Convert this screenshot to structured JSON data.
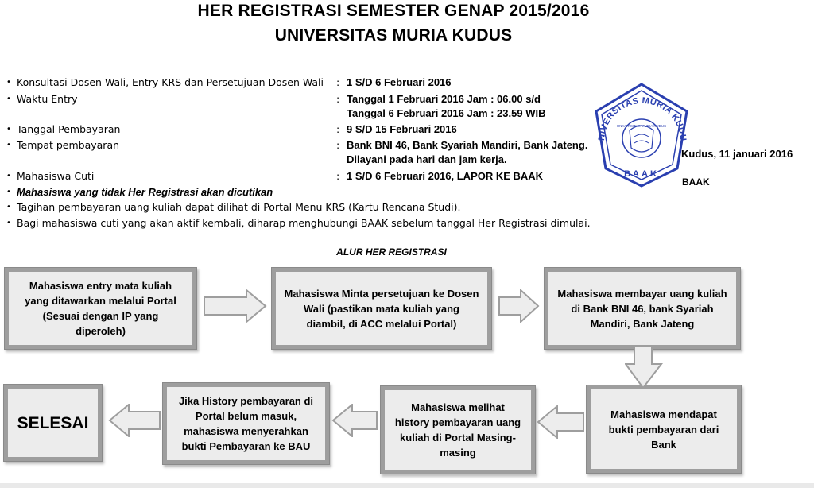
{
  "header": {
    "title_line1": "HER REGISTRASI SEMESTER GENAP 2015/2016",
    "title_line2": "UNIVERSITAS  MURIA KUDUS"
  },
  "info": {
    "items": [
      {
        "label": "Konsultasi Dosen Wali, Entry KRS dan Persetujuan Dosen Wali",
        "colon": ":",
        "value": "1  S/D 6 Februari 2016"
      },
      {
        "label": "Waktu Entry",
        "colon": ":",
        "value": "Tanggal 1 Februari 2016 Jam : 06.00 s/d",
        "value2": "Tanggal 6 Februari 2016 Jam : 23.59 WIB"
      },
      {
        "label": "Tanggal Pembayaran",
        "colon": ":",
        "value": "9  S/D  15 Februari 2016"
      },
      {
        "label": "Tempat pembayaran",
        "colon": ":",
        "value": "Bank BNI 46, Bank Syariah Mandiri, Bank Jateng.",
        "value2": "Dilayani pada hari dan jam kerja."
      },
      {
        "label": "Mahasiswa Cuti",
        "colon": ":",
        "value": "1 S/D 6 Februari 2016, LAPOR KE BAAK"
      }
    ],
    "notes": [
      "Mahasiswa yang tidak Her Registrasi akan dicutikan",
      "Tagihan pembayaran uang kuliah dapat dilihat di Portal Menu KRS (Kartu Rencana Studi).",
      "Bagi mahasiswa cuti yang akan aktif kembali, diharap menghubungi BAAK sebelum tanggal Her Registrasi dimulai."
    ],
    "bullet": "•"
  },
  "stamp": {
    "ring_text": "UNIVERSITAS MURIA KUDUS",
    "bottom_text": "BAAK",
    "inner_text": "UNIVERSITAS MURIA KUDUS",
    "date": "Kudus, 11 januari 2016",
    "signature": "BAAK",
    "color": "#2a3fb0"
  },
  "flow": {
    "title": "ALUR HER REGISTRASI",
    "steps": [
      "Mahasiswa entry mata kuliah yang ditawarkan melalui Portal (Sesuai dengan IP yang diperoleh)",
      "Mahasiswa Minta persetujuan ke Dosen Wali (pastikan mata kuliah yang diambil, di ACC melalui Portal)",
      "Mahasiswa membayar uang kuliah di Bank BNI 46, bank Syariah Mandiri, Bank Jateng",
      "Mahasiswa mendapat bukti pembayaran dari Bank",
      "Mahasiswa melihat history pembayaran uang kuliah di Portal Masing-masing",
      "Jika History pembayaran di Portal belum masuk, mahasiswa menyerahkan bukti Pembayaran ke BAU",
      "SELESAI"
    ],
    "box_color": "#9e9e9e",
    "box_fill": "#ececec"
  }
}
